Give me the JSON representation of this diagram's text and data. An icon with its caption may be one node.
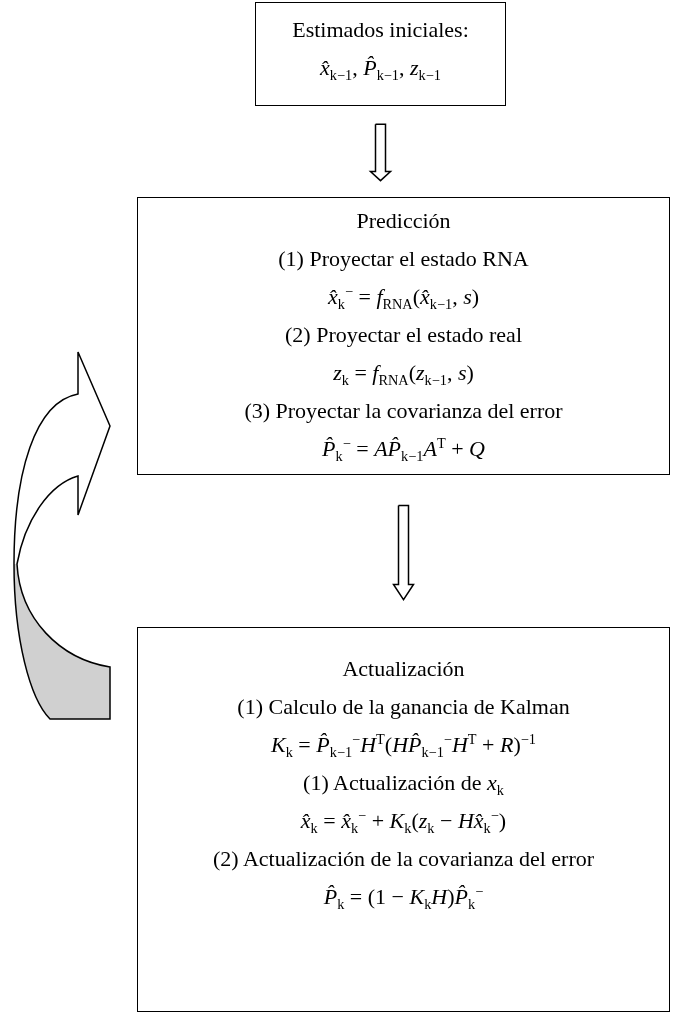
{
  "diagram": {
    "nodes": [
      {
        "text": [
          "Estimados iniciales:",
          "*x̂*$_{k−1}$, *P̂*$_{k−1}$, *z*$_{k−1}$"
        ]
      },
      {
        "text": [
          "Predicción",
          "(1) Proyectar el estado RNA",
          "*x̂*$_{k}$$^{−}$ = *f*$_{RNA}$(*x̂*$_{k−1}$, *s*)",
          "(2) Proyectar el estado real",
          "*z*$_{k}$ = *f*$_{RNA}$(*z*$_{k−1}$, *s*)",
          "(3) Proyectar la covarianza del error",
          "*P̂*$_{k}$$^{−}$ = *AP̂*$_{k−1}$*A*$^{T}$ + *Q*"
        ]
      },
      {
        "text": [
          "Actualización",
          "(1) Calculo de la ganancia de Kalman",
          "*K*$_{k}$ = *P̂*$_{k−1}$$^{−}$*H*$^{T}$(*HP̂*$_{k−1}$$^{−}$*H*$^{T}$ + *R*)$^{−1}$",
          "(1) Actualización de *x*$_{k}$",
          "*x̂*$_{k}$ = *x̂*$_{k}$$^{−}$ + *K*$_{k}$(*z*$_{k}$ − *Hx̂*$_{k}$$^{−}$)",
          "(2) Actualización de la covarianza del error",
          "*P̂*$_{k}$ = (1 − *K*$_{k}$*H*)*P̂*$_{k}$$^{−}$"
        ]
      }
    ],
    "edges": [
      {
        "from": 0,
        "to": 1,
        "arrow": "to"
      },
      {
        "from": 1,
        "to": 2,
        "arrow": "to"
      },
      {
        "from": 2,
        "to": 1,
        "arrow": "to",
        "style": "thick"
      }
    ]
  }
}
